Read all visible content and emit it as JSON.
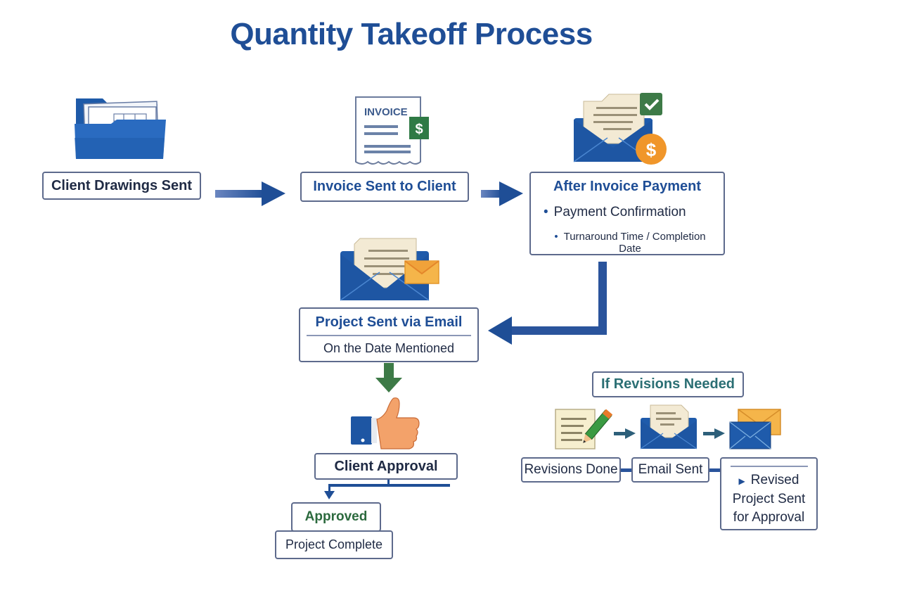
{
  "title": "Quantity Takeoff Process",
  "steps": {
    "client_drawings": {
      "label": "Client Drawings Sent",
      "icon": "folder-icon"
    },
    "invoice_sent": {
      "label": "Invoice Sent to Client",
      "icon": "invoice-icon",
      "icon_text": "INVOICE",
      "icon_badge": "$"
    },
    "after_payment": {
      "heading": "After Invoice Payment",
      "items": [
        "Payment Confirmation",
        "Turnaround Time / Completion Date"
      ],
      "icon": "email-payment-icon",
      "icon_badge": "$"
    },
    "project_sent": {
      "heading": "Project Sent via Email",
      "subtext": "On the Date Mentioned",
      "icon": "email-icon"
    },
    "client_approval": {
      "label": "Client Approval",
      "icon": "thumbs-up-icon"
    },
    "approved": {
      "label": "Approved"
    },
    "project_complete": {
      "label": "Project Complete"
    }
  },
  "revisions": {
    "heading": "If Revisions Needed",
    "revisions_done": {
      "label": "Revisions Done",
      "icon": "document-edit-icon"
    },
    "email_sent": {
      "label": "Email Sent",
      "icon": "email-icon"
    },
    "revised_project": {
      "label_lines": [
        "Revised",
        "Project Sent",
        "for Approval"
      ],
      "icon": "envelopes-icon"
    }
  },
  "colors": {
    "primary_blue": "#1f4e96",
    "green": "#2c6a3e",
    "teal": "#2b6f74",
    "orange": "#f0962a",
    "border": "#5d6a8c"
  }
}
